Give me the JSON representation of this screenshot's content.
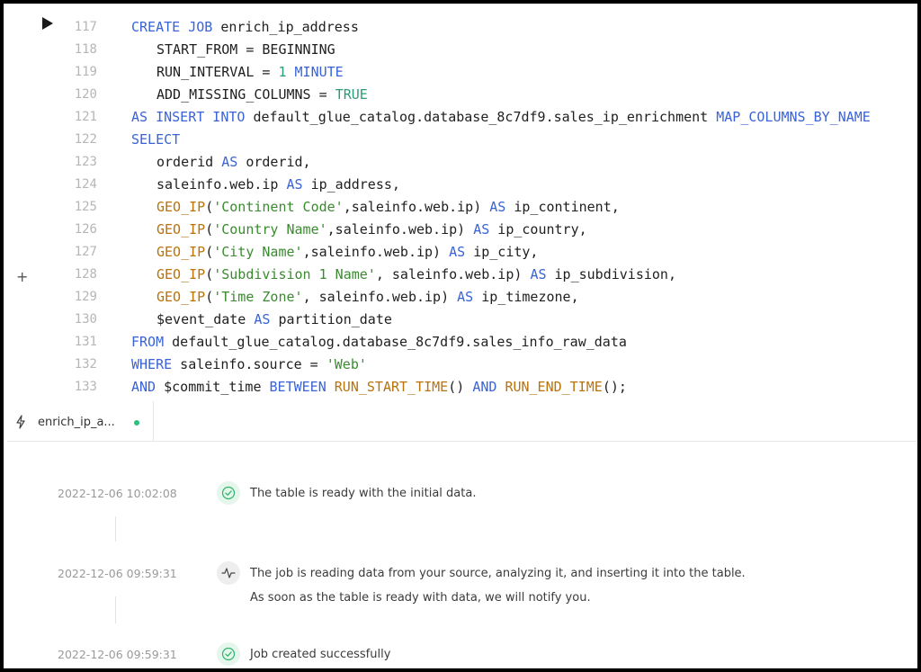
{
  "editor": {
    "lines": [
      {
        "n": "117",
        "indent": 0,
        "tokens": [
          {
            "t": "CREATE JOB ",
            "c": "kw"
          },
          {
            "t": "enrich_ip_address",
            "c": ""
          }
        ]
      },
      {
        "n": "118",
        "indent": 1,
        "tokens": [
          {
            "t": "START_FROM = BEGINNING",
            "c": ""
          }
        ]
      },
      {
        "n": "119",
        "indent": 1,
        "tokens": [
          {
            "t": "RUN_INTERVAL = ",
            "c": ""
          },
          {
            "t": "1",
            "c": "num"
          },
          {
            "t": " ",
            "c": ""
          },
          {
            "t": "MINUTE",
            "c": "kw"
          }
        ]
      },
      {
        "n": "120",
        "indent": 1,
        "tokens": [
          {
            "t": "ADD_MISSING_COLUMNS = ",
            "c": ""
          },
          {
            "t": "TRUE",
            "c": "num"
          }
        ]
      },
      {
        "n": "121",
        "indent": 0,
        "tokens": [
          {
            "t": "AS INSERT INTO ",
            "c": "kw"
          },
          {
            "t": "default_glue_catalog.database_8c7df9.sales_ip_enrichment ",
            "c": ""
          },
          {
            "t": "MAP_COLUMNS_BY_NAME",
            "c": "kw"
          }
        ]
      },
      {
        "n": "122",
        "indent": 0,
        "tokens": [
          {
            "t": "SELECT",
            "c": "kw"
          }
        ]
      },
      {
        "n": "123",
        "indent": 1,
        "tokens": [
          {
            "t": "orderid ",
            "c": ""
          },
          {
            "t": "AS",
            "c": "kw"
          },
          {
            "t": " orderid,",
            "c": ""
          }
        ]
      },
      {
        "n": "124",
        "indent": 1,
        "tokens": [
          {
            "t": "saleinfo.web.ip ",
            "c": ""
          },
          {
            "t": "AS",
            "c": "kw"
          },
          {
            "t": " ip_address,",
            "c": ""
          }
        ]
      },
      {
        "n": "125",
        "indent": 1,
        "tokens": [
          {
            "t": "GEO_IP",
            "c": "fn"
          },
          {
            "t": "(",
            "c": ""
          },
          {
            "t": "'Continent Code'",
            "c": "str"
          },
          {
            "t": ",saleinfo.web.ip) ",
            "c": ""
          },
          {
            "t": "AS",
            "c": "kw"
          },
          {
            "t": " ip_continent,",
            "c": ""
          }
        ]
      },
      {
        "n": "126",
        "indent": 1,
        "tokens": [
          {
            "t": "GEO_IP",
            "c": "fn"
          },
          {
            "t": "(",
            "c": ""
          },
          {
            "t": "'Country Name'",
            "c": "str"
          },
          {
            "t": ",saleinfo.web.ip) ",
            "c": ""
          },
          {
            "t": "AS",
            "c": "kw"
          },
          {
            "t": " ip_country,",
            "c": ""
          }
        ]
      },
      {
        "n": "127",
        "indent": 1,
        "tokens": [
          {
            "t": "GEO_IP",
            "c": "fn"
          },
          {
            "t": "(",
            "c": ""
          },
          {
            "t": "'City Name'",
            "c": "str"
          },
          {
            "t": ",saleinfo.web.ip) ",
            "c": ""
          },
          {
            "t": "AS",
            "c": "kw"
          },
          {
            "t": " ip_city,",
            "c": ""
          }
        ]
      },
      {
        "n": "128",
        "indent": 1,
        "tokens": [
          {
            "t": "GEO_IP",
            "c": "fn"
          },
          {
            "t": "(",
            "c": ""
          },
          {
            "t": "'Subdivision 1 Name'",
            "c": "str"
          },
          {
            "t": ", saleinfo.web.ip) ",
            "c": ""
          },
          {
            "t": "AS",
            "c": "kw"
          },
          {
            "t": " ip_subdivision,",
            "c": ""
          }
        ]
      },
      {
        "n": "129",
        "indent": 1,
        "tokens": [
          {
            "t": "GEO_IP",
            "c": "fn"
          },
          {
            "t": "(",
            "c": ""
          },
          {
            "t": "'Time Zone'",
            "c": "str"
          },
          {
            "t": ", saleinfo.web.ip) ",
            "c": ""
          },
          {
            "t": "AS",
            "c": "kw"
          },
          {
            "t": " ip_timezone,",
            "c": ""
          }
        ]
      },
      {
        "n": "130",
        "indent": 1,
        "tokens": [
          {
            "t": "$event_date ",
            "c": ""
          },
          {
            "t": "AS",
            "c": "kw"
          },
          {
            "t": " partition_date",
            "c": ""
          }
        ]
      },
      {
        "n": "131",
        "indent": 0,
        "tokens": [
          {
            "t": "FROM",
            "c": "kw"
          },
          {
            "t": " default_glue_catalog.database_8c7df9.sales_info_raw_data",
            "c": ""
          }
        ]
      },
      {
        "n": "132",
        "indent": 0,
        "tokens": [
          {
            "t": "WHERE",
            "c": "kw"
          },
          {
            "t": " saleinfo.source = ",
            "c": ""
          },
          {
            "t": "'Web'",
            "c": "str"
          }
        ]
      },
      {
        "n": "133",
        "indent": 0,
        "tokens": [
          {
            "t": "AND",
            "c": "kw"
          },
          {
            "t": " $commit_time ",
            "c": ""
          },
          {
            "t": "BETWEEN ",
            "c": "kw"
          },
          {
            "t": "RUN_START_TIME",
            "c": "fn"
          },
          {
            "t": "() ",
            "c": ""
          },
          {
            "t": "AND ",
            "c": "kw"
          },
          {
            "t": "RUN_END_TIME",
            "c": "fn"
          },
          {
            "t": "();",
            "c": ""
          }
        ]
      }
    ]
  },
  "tab": {
    "label": "enrich_ip_a...",
    "icon": "bolt-icon",
    "status_color": "#27c27a"
  },
  "events": [
    {
      "time": "2022-12-06 10:02:08",
      "icon": "check-circle-icon",
      "kind": "ok",
      "lines": [
        "The table is ready with the initial data."
      ]
    },
    {
      "time": "2022-12-06 09:59:31",
      "icon": "activity-icon",
      "kind": "act",
      "lines": [
        "The job is reading data from your source, analyzing it, and inserting it into the table.",
        "As soon as the table is ready with data, we will notify you."
      ]
    },
    {
      "time": "2022-12-06 09:59:31",
      "icon": "check-circle-icon",
      "kind": "ok",
      "lines": [
        "Job created successfully"
      ]
    }
  ],
  "colors": {
    "keyword": "#3a63d6",
    "function": "#b8730c",
    "string": "#3a8b2f",
    "number": "#2b9b7a",
    "success": "#27c27a"
  }
}
